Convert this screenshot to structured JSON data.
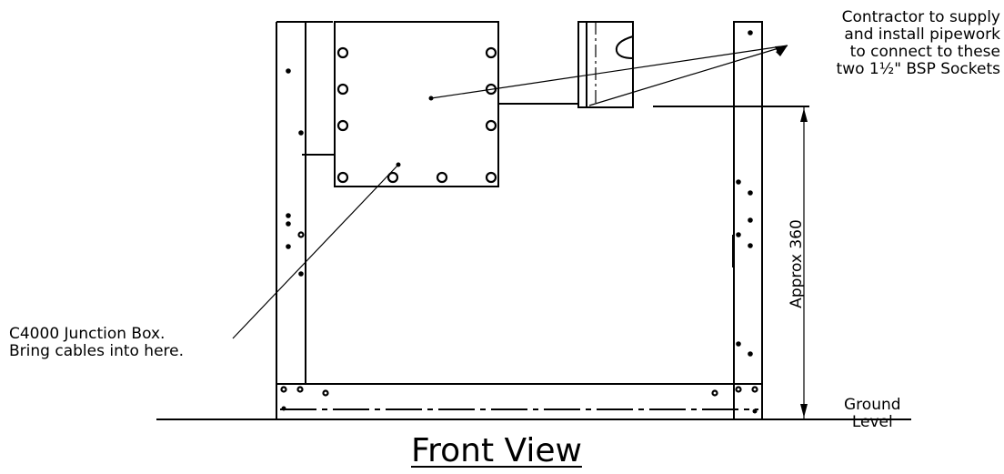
{
  "title": "Front View",
  "annotations": {
    "pipework_note": [
      "Contractor to supply",
      "and install pipework",
      "to connect to these",
      "two 1½\" BSP Sockets"
    ],
    "junction_note": [
      "C4000 Junction Box.",
      "Bring cables into here."
    ],
    "ground_note": [
      "Ground",
      "Level"
    ],
    "dimension": "Approx 360"
  }
}
